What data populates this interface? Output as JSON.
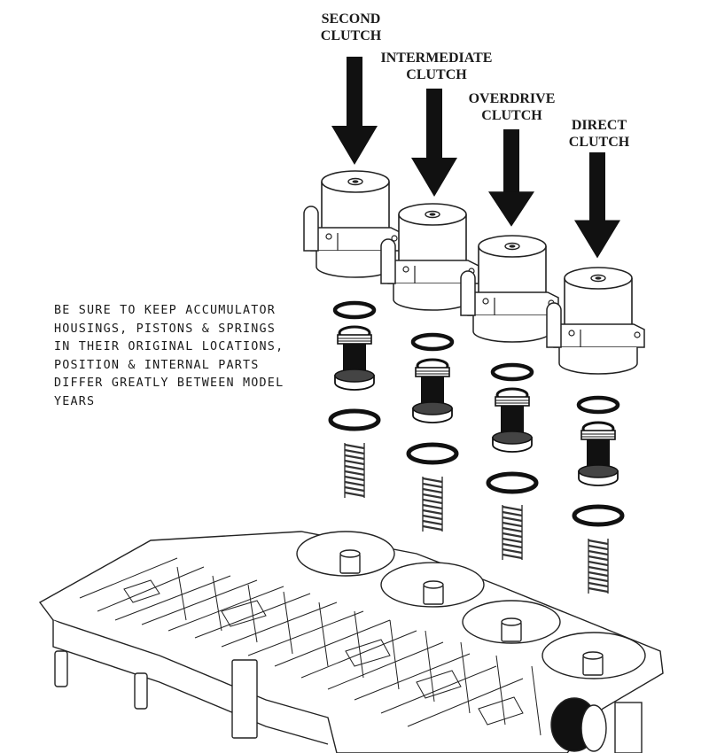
{
  "diagram": {
    "labels": {
      "second": {
        "line1": "SECOND",
        "line2": "CLUTCH"
      },
      "intermediate": {
        "line1": "INTERMEDIATE",
        "line2": "CLUTCH"
      },
      "overdrive": {
        "line1": "OVERDRIVE",
        "line2": "CLUTCH"
      },
      "direct": {
        "line1": "DIRECT",
        "line2": "CLUTCH"
      }
    },
    "note": {
      "lines": [
        "BE SURE TO KEEP ACCUMULATOR",
        "HOUSINGS, PISTONS & SPRINGS",
        "IN THEIR ORIGINAL LOCATIONS,",
        "POSITION & INTERNAL PARTS",
        "DIFFER GREATLY BETWEEN MODEL",
        "YEARS"
      ]
    },
    "colors": {
      "ink": "#1a1a1a",
      "paper": "#ffffff"
    }
  }
}
